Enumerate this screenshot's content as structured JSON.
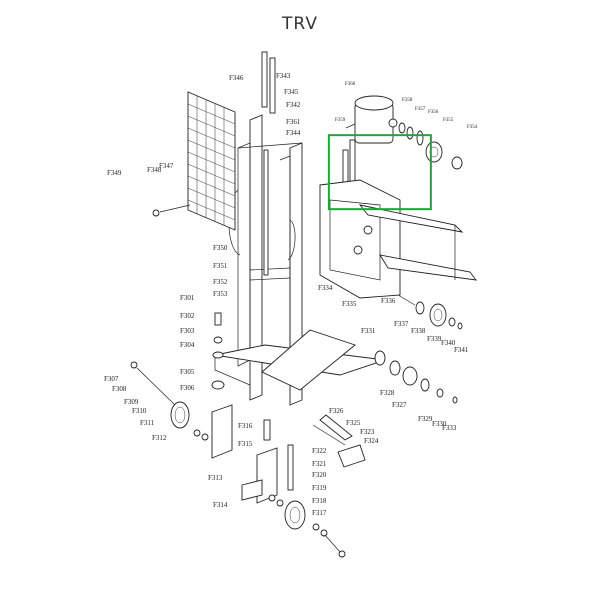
{
  "title": "TRV",
  "highlight": {
    "color": "#22a33a"
  },
  "labels": [
    "F343",
    "F345",
    "F342",
    "F361",
    "F344",
    "F346",
    "F347",
    "F348",
    "F349",
    "F350",
    "F351",
    "F352",
    "F353",
    "F301",
    "F302",
    "F303",
    "F304",
    "F305",
    "F306",
    "F307",
    "F308",
    "F309",
    "F310",
    "F311",
    "F312",
    "F313",
    "F314",
    "F315",
    "F316",
    "F317",
    "F318",
    "F319",
    "F320",
    "F321",
    "F322",
    "F323",
    "F324",
    "F325",
    "F326",
    "F327",
    "F328",
    "F329",
    "F330",
    "F331",
    "F333",
    "F334",
    "F335",
    "F336",
    "F337",
    "F338",
    "F339",
    "F340",
    "F341",
    "F354",
    "F355",
    "F356",
    "F357",
    "F358",
    "F359",
    "F360"
  ]
}
